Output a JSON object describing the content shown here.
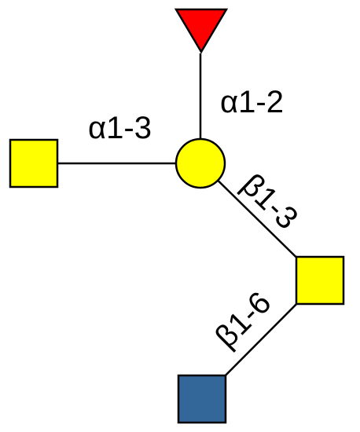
{
  "nodes": [
    {
      "id": "top_triangle",
      "shape": "triangle",
      "color": "#ff0000"
    },
    {
      "id": "center_circle",
      "shape": "circle",
      "color": "#ffff00"
    },
    {
      "id": "left_square",
      "shape": "square",
      "color": "#ffff00"
    },
    {
      "id": "right_square",
      "shape": "square",
      "color": "#ffff00"
    },
    {
      "id": "bottom_square",
      "shape": "square",
      "color": "#336699"
    }
  ],
  "edges": [
    {
      "from": "center_circle",
      "to": "top_triangle",
      "label": "α1-2"
    },
    {
      "from": "center_circle",
      "to": "left_square",
      "label": "α1-3"
    },
    {
      "from": "center_circle",
      "to": "right_square",
      "label": "β1-3"
    },
    {
      "from": "right_square",
      "to": "bottom_square",
      "label": "β1-6"
    }
  ]
}
